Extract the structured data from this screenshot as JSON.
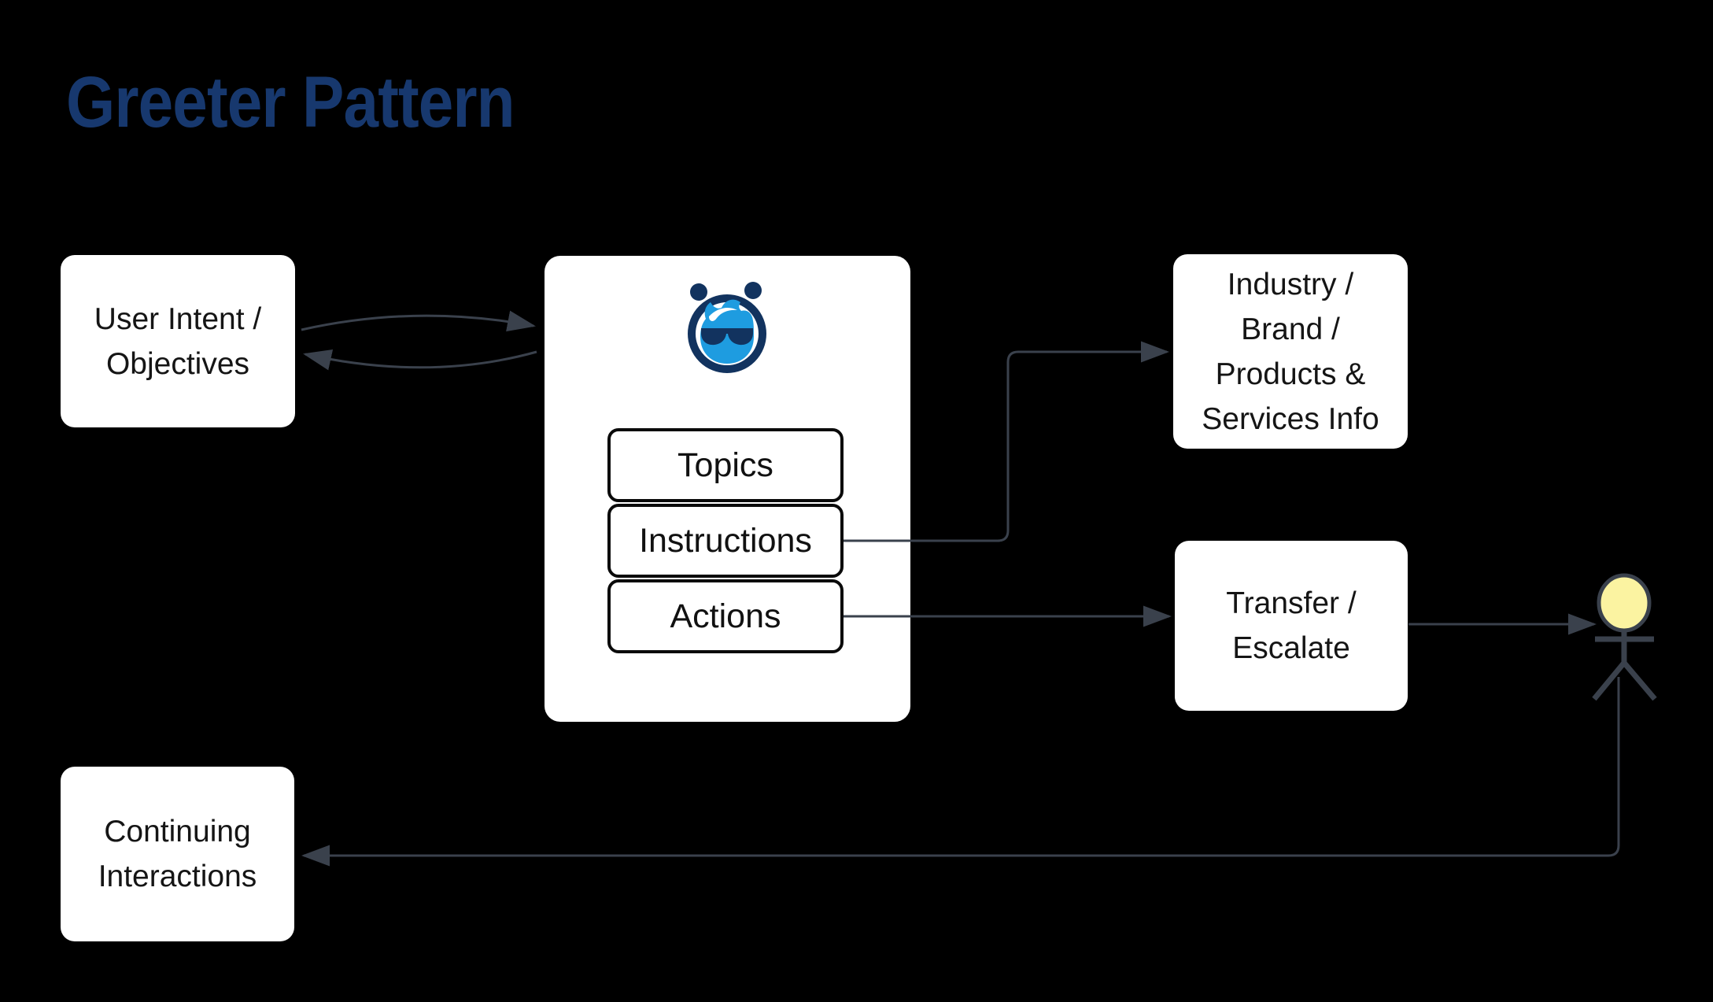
{
  "title": {
    "text": "Greeter Pattern"
  },
  "nodes": {
    "user_intent": {
      "lines": [
        "User Intent /",
        "Objectives"
      ]
    },
    "agent": {
      "icon": "greeter-bot-icon",
      "items": [
        {
          "label": "Topics"
        },
        {
          "label": "Instructions"
        },
        {
          "label": "Actions"
        }
      ]
    },
    "industry": {
      "lines": [
        "Industry /",
        "Brand /",
        "Products &",
        "Services Info"
      ]
    },
    "transfer": {
      "lines": [
        "Transfer /",
        "Escalate"
      ]
    },
    "continuing": {
      "lines": [
        "Continuing",
        "Interactions"
      ]
    },
    "human_agent": {
      "icon": "human-actor-icon"
    }
  },
  "edges": [
    {
      "from": "user-intent-objectives",
      "to": "greeter-agent",
      "type": "bidirectional-cycle"
    },
    {
      "from": "agent-instructions",
      "to": "industry-brand-info",
      "type": "arrow"
    },
    {
      "from": "agent-actions",
      "to": "transfer-escalate",
      "type": "arrow"
    },
    {
      "from": "transfer-escalate",
      "to": "human-actor",
      "type": "arrow"
    },
    {
      "from": "human-actor",
      "to": "continuing-interactions",
      "type": "arrow"
    }
  ],
  "colors": {
    "background": "#000000",
    "title": "#17386e",
    "node_bg": "#ffffff",
    "node_text": "#151515",
    "chip_border": "#0a0a0a",
    "connector": "#3a414c",
    "bot_navy": "#12335f",
    "bot_blue": "#1e9ce0",
    "actor_head": "#fbf3a1"
  }
}
